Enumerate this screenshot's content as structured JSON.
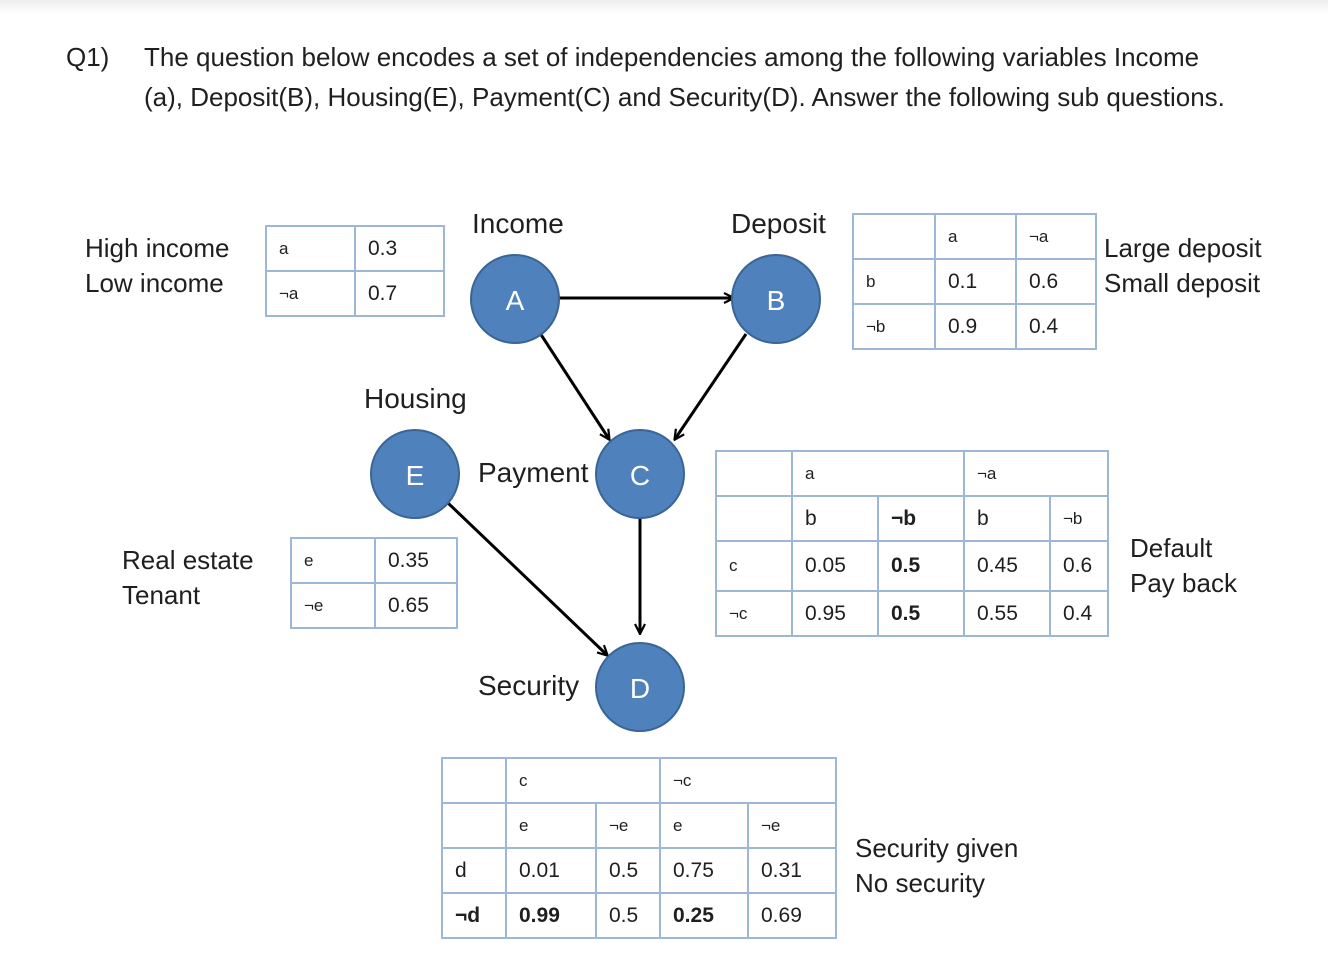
{
  "question": {
    "label": "Q1)",
    "line1": "The question below encodes a set of independencies among the following variables Income",
    "line2": "(a), Deposit(B), Housing(E), Payment(C) and Security(D).   Answer the following sub questions."
  },
  "nodes": {
    "A": {
      "letter": "A",
      "name": "Income"
    },
    "B": {
      "letter": "B",
      "name": "Deposit"
    },
    "E": {
      "letter": "E",
      "name": "Housing"
    },
    "C": {
      "letter": "C",
      "name": "Payment"
    },
    "D": {
      "letter": "D",
      "name": "Security"
    }
  },
  "colors": {
    "node_fill": "#4f81bd",
    "node_stroke": "#3a6596",
    "table_border": "#9cb7d7",
    "arrow": "#000000"
  },
  "captions": {
    "income": [
      "High income",
      "Low income"
    ],
    "deposit": [
      "Large deposit",
      "Small deposit"
    ],
    "housing": [
      "Real estate",
      "Tenant"
    ],
    "payment": [
      "Default",
      "Pay back"
    ],
    "security": [
      "Security given",
      "No security"
    ]
  },
  "tables": {
    "income": {
      "rows": [
        [
          "a",
          "0.3"
        ],
        [
          "¬a",
          "0.7"
        ]
      ]
    },
    "housing": {
      "rows": [
        [
          "e",
          "0.35"
        ],
        [
          "¬e",
          "0.65"
        ]
      ]
    },
    "deposit": {
      "header": [
        "",
        "a",
        "¬a"
      ],
      "rows": [
        [
          "b",
          "0.1",
          "0.6"
        ],
        [
          "¬b",
          "0.9",
          "0.4"
        ]
      ]
    },
    "payment": {
      "header1": [
        "",
        "a",
        "¬a"
      ],
      "header2": [
        "",
        "b",
        "¬b",
        "b",
        "¬b"
      ],
      "rows": [
        [
          "c",
          "0.05",
          "0.5",
          "0.45",
          "0.6"
        ],
        [
          "¬c",
          "0.95",
          "0.5",
          "0.55",
          "0.4"
        ]
      ]
    },
    "security": {
      "header1": [
        "",
        "c",
        "¬c"
      ],
      "header2": [
        "",
        "e",
        "¬e",
        "e",
        "¬e"
      ],
      "rows": [
        [
          "d",
          "0.01",
          "0.5",
          "0.75",
          "0.31"
        ],
        [
          "¬d",
          "0.99",
          "0.5",
          "0.25",
          "0.69"
        ]
      ]
    }
  }
}
